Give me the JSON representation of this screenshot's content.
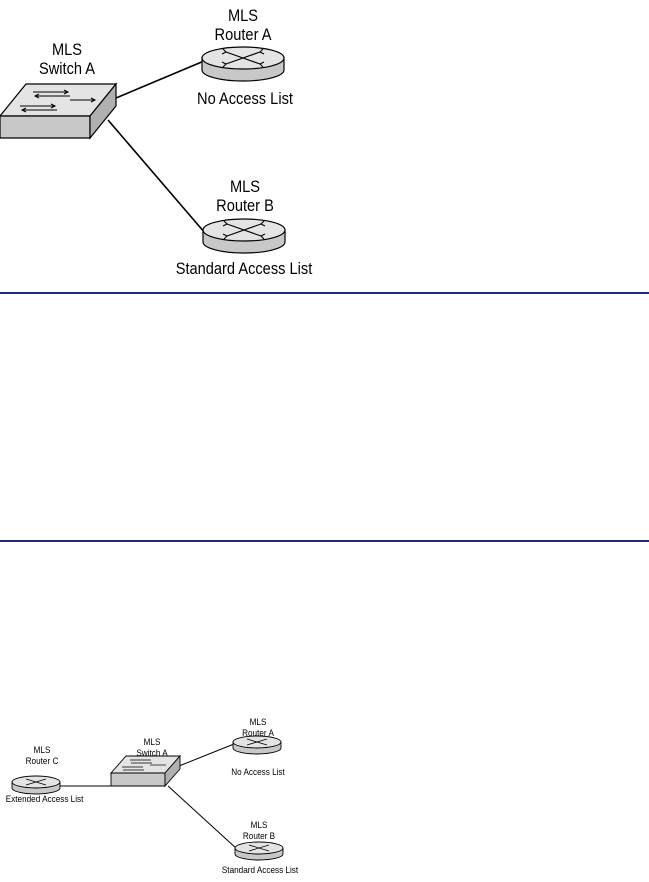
{
  "top_diagram": {
    "switch_a": {
      "line1": "MLS",
      "line2": "Switch A"
    },
    "router_a": {
      "line1": "MLS",
      "line2": "Router A",
      "caption": "No Access List"
    },
    "router_b": {
      "line1": "MLS",
      "line2": "Router B",
      "caption": "Standard Access List"
    }
  },
  "bottom_diagram": {
    "router_c": {
      "line1": "MLS",
      "line2": "Router C",
      "caption": "Extended Access List"
    },
    "switch_a": {
      "line1": "MLS",
      "line2": "Switch A"
    },
    "router_a": {
      "line1": "MLS",
      "line2": "Router A",
      "caption": "No Access List"
    },
    "router_b": {
      "line1": "MLS",
      "line2": "Router B",
      "caption": "Standard Access List"
    }
  },
  "colors": {
    "separator": "#1f2a78",
    "device_fill": "#c8c8c8",
    "device_top": "#e4e4e4"
  }
}
